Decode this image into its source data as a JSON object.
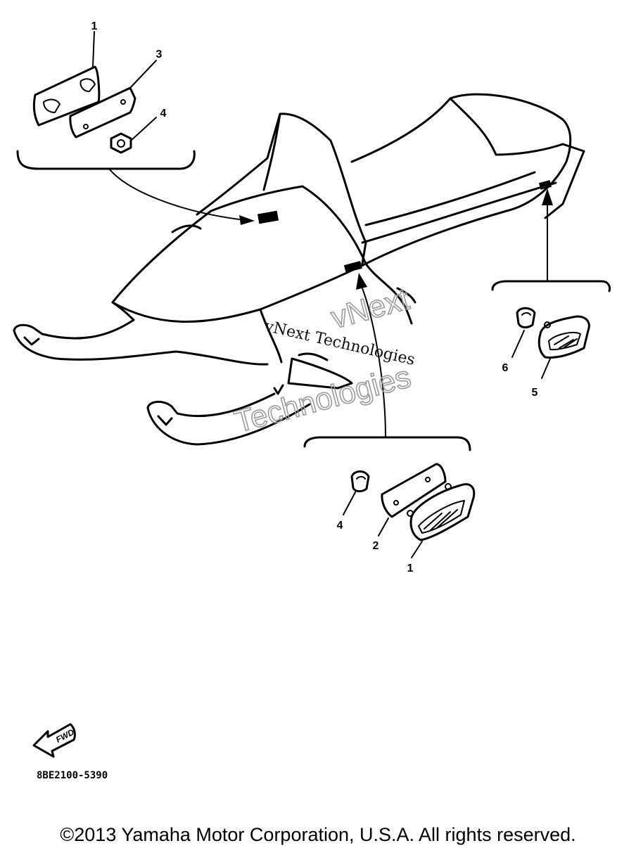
{
  "diagram": {
    "callouts": {
      "top_left_bracket": [
        "1",
        "3",
        "4"
      ],
      "right_bracket": [
        "6",
        "5"
      ],
      "bottom_bracket": [
        "4",
        "2",
        "1"
      ]
    },
    "watermark": {
      "serif_text": "vNext Technologies",
      "outline_line_1": "vNext",
      "outline_line_2": "Technologies"
    },
    "fwd_label": "FWD",
    "drawing_code": "8BE2100-5390"
  },
  "footer": {
    "copyright": "©2013 Yamaha Motor Corporation, U.S.A. All rights reserved."
  }
}
